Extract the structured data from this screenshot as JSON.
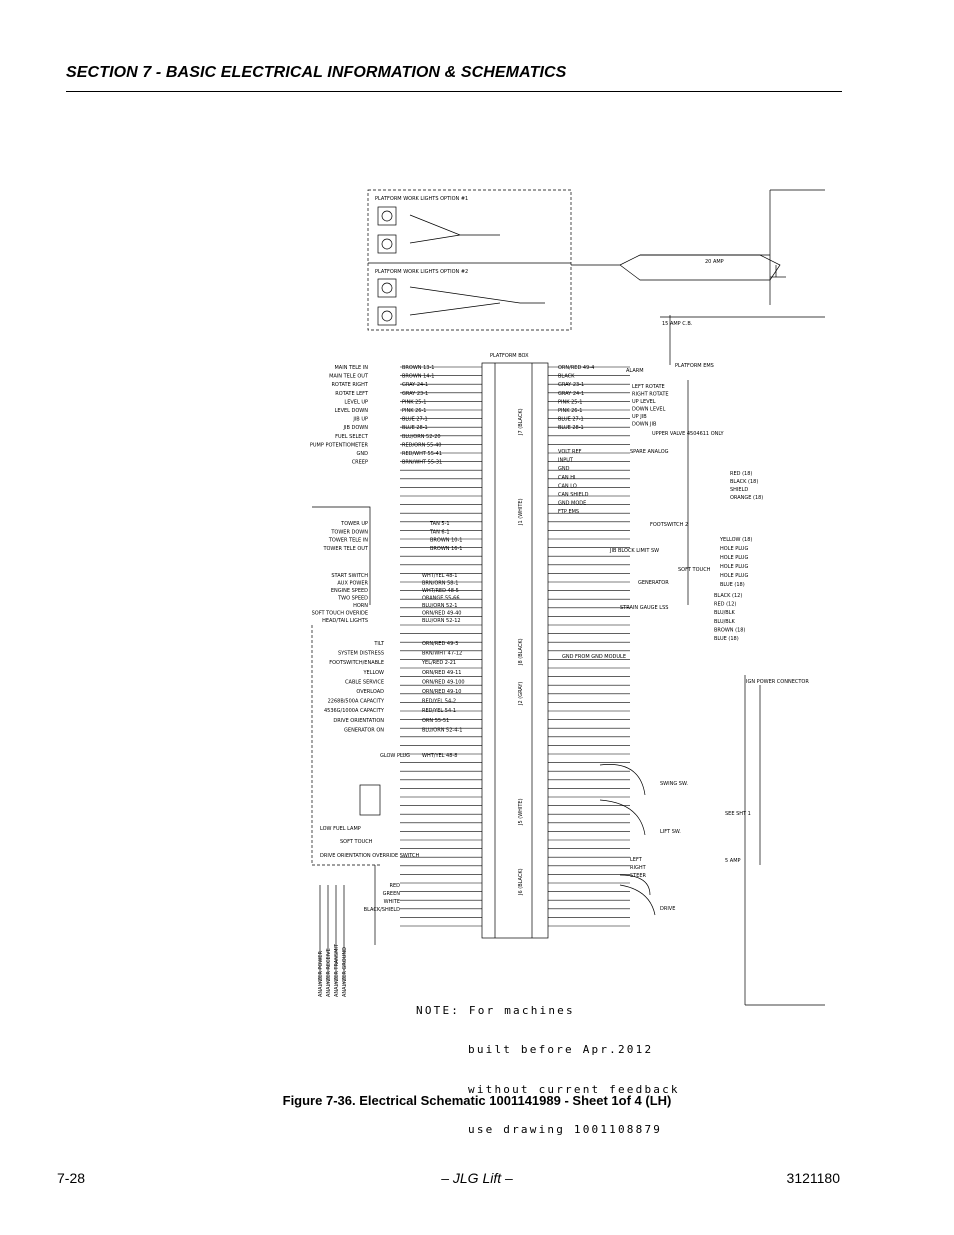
{
  "header": {
    "section_title": "SECTION 7 - BASIC ELECTRICAL INFORMATION & SCHEMATICS"
  },
  "schematic": {
    "platform_box_label": "PLATFORM BOX",
    "work_light_1": "PLATFORM WORK LIGHTS OPTION #1",
    "work_light_2": "PLATFORM WORK LIGHTS OPTION #2",
    "platform_ems": "PLATFORM EMS",
    "alarm": "ALARM",
    "left_function_labels": [
      "MAIN TELE IN",
      "MAIN TELE OUT",
      "ROTATE RIGHT",
      "ROTATE LEFT",
      "LEVEL UP",
      "LEVEL DOWN",
      "JIB UP",
      "JIB DOWN",
      "FUEL SELECT",
      "PUMP POTENTIOMETER",
      "GND",
      "CREEP"
    ],
    "left_wire_labels": [
      "BROWN 13-1",
      "BROWN 14-1",
      "GRAY 24-1",
      "GRAY 23-1",
      "PINK 25-1",
      "PINK 26-1",
      "BLUE 27-1",
      "BLUE 28-1",
      "BLU/ORN 52-20",
      "RED/ORN 55-40",
      "RED/WHT 55-41",
      "BRN/WHT 55-31"
    ],
    "right_wire_labels": [
      "ORN/RED 49-4",
      "BLACK",
      "GRAY 23-1",
      "GRAY 24-1",
      "PINK 25-1",
      "PINK 26-1",
      "BLUE 27-1",
      "BLUE 28-1"
    ],
    "right_function_labels": [
      "LEFT ROTATE",
      "RIGHT ROTATE",
      "UP LEVEL",
      "DOWN LEVEL",
      "UP JIB",
      "DOWN JIB"
    ],
    "tower_labels": [
      "TOWER UP",
      "TOWER DOWN",
      "TOWER TELE IN",
      "TOWER TELE OUT"
    ],
    "tower_wires": [
      "TAN 5-1",
      "TAN 6-1",
      "BROWN 10-1",
      "BROWN 16-1"
    ],
    "start_labels": [
      "START SWITCH",
      "AUX POWER",
      "ENGINE SPEED",
      "TWO SPEED",
      "HORN",
      "SOFT TOUCH OVERIDE",
      "HEAD/TAIL LIGHTS"
    ],
    "start_wires": [
      "WHT/YEL 48-1",
      "BRN/ORN 58-1",
      "WHT/RED 48-5",
      "ORANGE 55-66",
      "BLU/ORN 52-1",
      "ORN/RED 49-40",
      "BLU/ORN 52-12"
    ],
    "status_labels": [
      "TILT",
      "SYSTEM DISTRESS",
      "FOOTSWITCH/ENABLE",
      "YELLOW",
      "CABLE SERVICE",
      "OVERLOAD",
      "2268B/500A CAPACITY",
      "4536G/1000A CAPACITY",
      "DRIVE ORIENTATION",
      "GENERATOR ON"
    ],
    "status_wires": [
      "ORN/RED 49-3",
      "BRN/WHT 47-12",
      "YEL/RED 2-21",
      "ORN/RED 49-11",
      "ORN/RED 49-100",
      "ORN/RED 49-10",
      "RED/YEL 54-2",
      "RED/YEL 54-1",
      "ORN 55-51",
      "BLU/ORN 52-4-1"
    ],
    "glow_plug": "GLOW PLUG",
    "glow_wire": "WHT/YEL 48-8",
    "connector_j7": "J7 (BLACK)",
    "connector_j1": "J1 (WHITE)",
    "connector_j2": "J2 (GRAY)",
    "connector_j8": "J8 (BLACK)",
    "connector_j5": "J5 (WHITE)",
    "connector_j6": "J6 (BLACK)",
    "can_labels": [
      "VOLT REF",
      "INPUT",
      "GND",
      "CAN HI",
      "CAN LO",
      "CAN SHIELD",
      "GND MODE",
      "FTP EMS"
    ],
    "can_wires": [
      "RED (18)",
      "BLACK (18)",
      "SHIELD",
      "ORANGE (18)"
    ],
    "spare_analog": "SPARE ANALOG",
    "upper_valve": "UPPER VALVE 4504611 ONLY",
    "footswitch": "FOOTSWITCH 2",
    "jib_limit": "JIB BLOCK LIMIT SW",
    "soft_touch": "SOFT TOUCH",
    "generator": "GENERATOR",
    "strain_gauge": "STRAIN GAUGE LSS",
    "gnd_module": "GND FROM GND MODULE",
    "hole_plugs": [
      "YELLOW (18)",
      "HOLE PLUG",
      "HOLE PLUG",
      "HOLE PLUG",
      "HOLE PLUG",
      "BLUE (18)"
    ],
    "power_wires": [
      "BLACK (12)",
      "RED (12)",
      "BLU/BLK",
      "BLU/BLK",
      "BROWN (18)",
      "BLUE (18)"
    ],
    "ign_power": "IGN POWER CONNECTOR",
    "fuse_15": "15 AMP C.B.",
    "fuse_20": "20 AMP",
    "fuse_5": "5 AMP",
    "see_sht": "SEE SHT 1",
    "swing": "SWING SW.",
    "lift": "LIFT SW.",
    "steer": [
      "LEFT",
      "RIGHT",
      "STEER"
    ],
    "drive": "DRIVE",
    "low_fuel": "LOW FUEL LAMP",
    "soft_touch_2": "SOFT TOUCH",
    "drive_orientation_override": "DRIVE ORIENTATION OVERRIDE SWITCH",
    "analyzer_labels": [
      "ANALYZER POWER",
      "ANALYZER RECEIVE",
      "ANALYZER TRANSMIT",
      "ANALYZER GROUND"
    ],
    "analyzer_wires": [
      "RED",
      "GREEN",
      "WHITE",
      "BLACK/SHIELD"
    ]
  },
  "note": {
    "lines": [
      "NOTE: For machines",
      "built before Apr.2012",
      "without current feedback",
      "use drawing 1001108879"
    ]
  },
  "caption": "Figure 7-36.  Electrical Schematic 1001141989 - Sheet 1of 4 (LH)",
  "footer": {
    "page_number": "7-28",
    "center": "– JLG Lift –",
    "doc_number": "3121180"
  }
}
